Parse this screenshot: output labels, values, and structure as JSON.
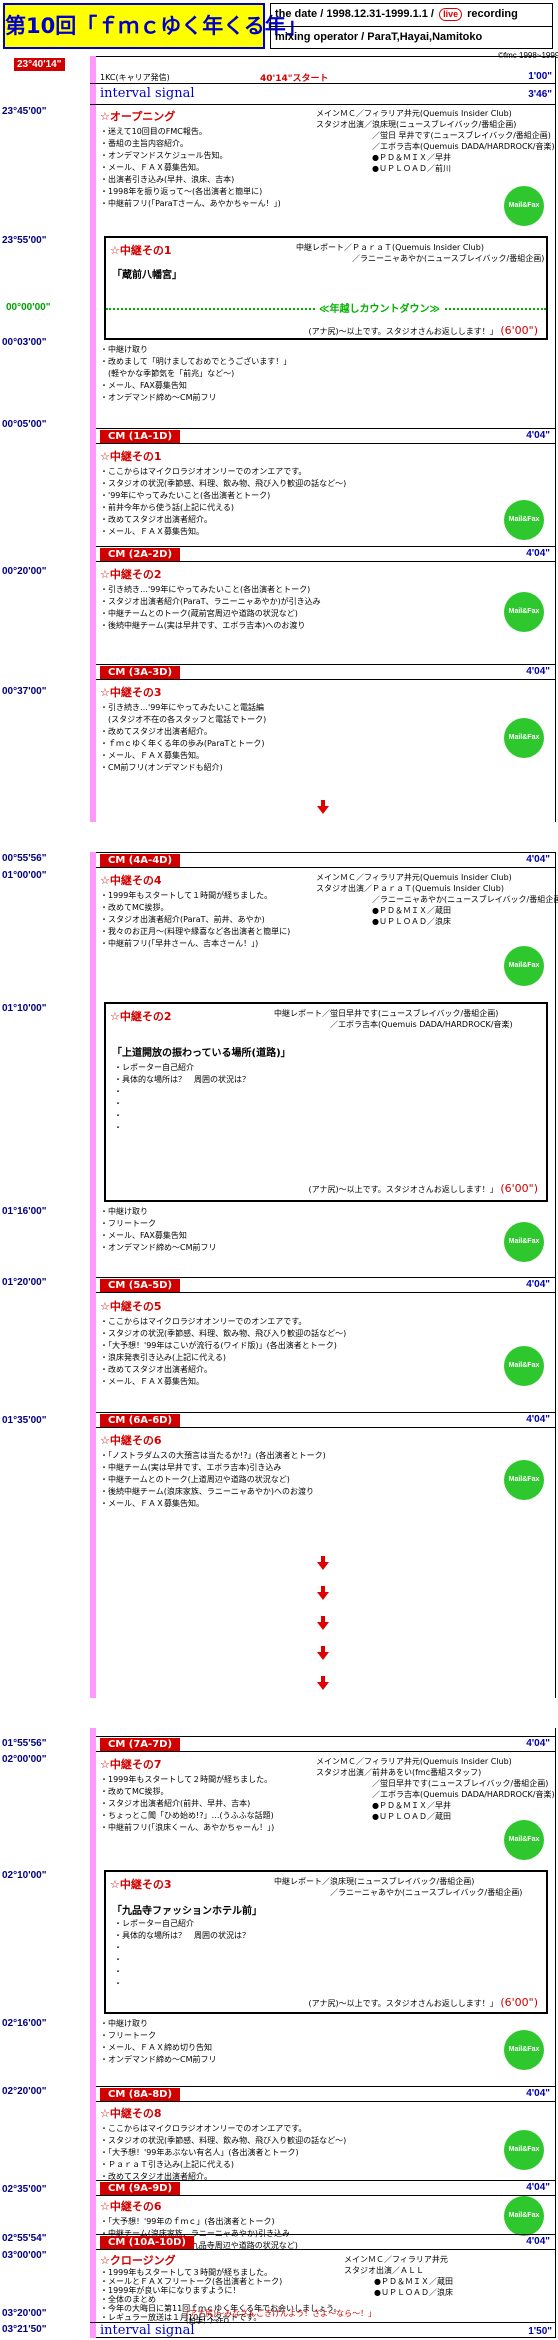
{
  "header": {
    "title": "第10回「ｆｍｃゆく年くる年」",
    "date_label": "the date / 1998.12.31-1999.1.1 /",
    "live_label": "live",
    "recording_label": "recording",
    "operator_label": "mixing operator / ParaT,Hayai,Namitoko",
    "copyright": "©fmc 1998~1999"
  },
  "top_strip": {
    "time": "23°40'14\"",
    "kc_label": "1KC(キャリア発信)",
    "start_label": "40'14\"スタート",
    "dur": "1'00\"",
    "signal": "interval signal",
    "signal_dur": "3'46\""
  },
  "times": [
    "23°45'00\"",
    "23°55'00\"",
    "00°00'00\"",
    "00°03'00\"",
    "00°05'00\"",
    "00°20'00\"",
    "00°37'00\"",
    "00°55'56\"",
    "01°00'00\"",
    "01°10'00\"",
    "01°16'00\"",
    "01°20'00\"",
    "01°35'00\"",
    "01°55'56\"",
    "02°00'00\"",
    "02°10'00\"",
    "02°16'00\"",
    "02°20'00\"",
    "02°35'00\"",
    "02°55'54\"",
    "03°00'00\"",
    "03°20'00\"",
    "03°21'50\""
  ],
  "cm": [
    {
      "label": "CM (1A-1D)",
      "dur": "4'04\""
    },
    {
      "label": "CM (2A-2D)",
      "dur": "4'04\""
    },
    {
      "label": "CM (3A-3D)",
      "dur": "4'04\""
    },
    {
      "label": "CM (4A-4D)",
      "dur": "4'04\""
    },
    {
      "label": "CM (5A-5D)",
      "dur": "4'04\""
    },
    {
      "label": "CM (6A-6D)",
      "dur": "4'04\""
    },
    {
      "label": "CM (7A-7D)",
      "dur": "4'04\""
    },
    {
      "label": "CM (8A-8D)",
      "dur": "4'04\""
    },
    {
      "label": "CM (9A-9D)",
      "dur": "4'04\""
    },
    {
      "label": "CM (10A-10D)",
      "dur": "4'04\""
    }
  ],
  "opening": {
    "title": "☆オープニング",
    "items": [
      "・迷えて10回目のFMC報告。",
      "・番組の主旨内容紹介。",
      "・オンデマンドスケジュール告知。",
      "・メール、ＦＡＸ募集告知。",
      "・出演者引き込み(早井、浪床、吉本)",
      "・1998年を振り返って～(各出演者と簡単に)",
      "・中継前フリ(「ParaTさーん、あやかちゃーん！」)"
    ],
    "cast": [
      "メインＭＣ／フィラリア井元(Quemuis Insider Club)",
      "スタジオ出演／浪床現(ニュースブレイバック/番組企画)",
      "　　　　　　　／蛍日 早井です(ニュースブレイバック/番組企画)",
      "　　　　　　　／エボラ吉本(Quemuis DADA/HARDROCK/音楽)",
      "●ＰＤ＆ＭＩＸ／早井",
      "●ＵＰＬＯＡＤ／前川"
    ]
  },
  "relay1": {
    "title": "☆中継その1",
    "label": "中継レポート／ＰａｒａＴ(Quemuis Insider Club)",
    "label2": "　　　　　　　／ラニーニャあやか(ニュースブレイバック/番組企画)",
    "place": "「蔵前八幡宮」",
    "countdown": "≪年越しカウントダウン≫",
    "ret": "(アナ尻)～以上です。スタジオさんお返しします！」",
    "ret_time": "(6'00\")"
  },
  "after1": {
    "items": [
      "・中継け取り",
      "・改めまして「明けましておめでとうございます！」",
      "　(軽やかな季節気を「前兆」など～)",
      "・メール、FAX募集告知",
      "・オンデマンド締め～CM前フリ"
    ]
  },
  "relay2": {
    "title": "☆中継その1",
    "items": [
      "・ここからはマイクロラジオオンリーでのオンエアです。",
      "・スタジオの状況(季節感、料理、飲み物、飛び入り歓迎の話など～)",
      "・'99年にやってみたいこと(各出演者とトーク)",
      "・前井今年から使う話(上記に代える)",
      "・改めてスタジオ出演者紹介。",
      "・メール、ＦＡＸ募集告知。"
    ]
  },
  "relay3": {
    "title": "☆中継その2",
    "items": [
      "・引き続き…'99年にやってみたいこと(各出演者とトーク)",
      "・スタジオ出演者紹介(ParaT、ラニーニャあやか)が引き込み",
      "・中継チームとのトーク(蔵前宮周辺や道路の状況など)",
      "・後続中継チーム(実は早井です、エボラ吉本)へのお渡り"
    ]
  },
  "relay4": {
    "title": "☆中継その3",
    "items": [
      "・引き続き…'99年にやってみたいこと電話編",
      "　(スタジオ不在の各スタッフと電話でトーク)",
      "・改めてスタジオ出演者紹介。",
      "・ｆｍｃゆく年くる年の歩み(ParaTとトーク)",
      "・メール、ＦＡＸ募集告知。",
      "・CM前フリ(オンデマンドも紹介)"
    ]
  },
  "relay5": {
    "title": "☆中継その4",
    "items": [
      "・1999年もスタートして１時間が経ちました。",
      "・改めてMC挨拶。",
      "・スタジオ出演者紹介(ParaT、前井、あやか)",
      "・我々のお正月～(料理や縁喜など各出演者と簡単に)",
      "・中継前フリ(「早井さーん、吉本さーん！」)"
    ],
    "cast": [
      "メインＭＣ／フィラリア井元(Quemuis Insider Club)",
      "スタジオ出演／ＰａｒａＴ(Quemuis Insider Club)",
      "　　　　　　　／ラニーニャあやか(ニュースブレイバック/番組企画)",
      "●ＰＤ＆ＭＩＸ／蔵田",
      "●ＵＰＬＯＡＤ／浪床"
    ]
  },
  "relay6": {
    "title": "☆中継その2",
    "label": "中継レポート／蛍日早井です(ニュースブレイバック/番組企画)",
    "label2": "　　　　　　　／エボラ吉本(Quemuis DADA/HARDROCK/音楽)",
    "place": "「上道開放の振わっている場所(道路)」",
    "items": [
      "・レポーター自己紹介",
      "・具体的な場所は？　周囲の状況は？",
      "・",
      "・",
      "・",
      "・"
    ],
    "ret": "(アナ尻)～以上です。スタジオさんお返しします！」",
    "ret_time": "(6'00\")"
  },
  "after2": {
    "items": [
      "・中継け取り",
      "・フリートーク",
      "・メール、FAX募集告知",
      "・オンデマンド締め～CM前フリ"
    ]
  },
  "relay7": {
    "title": "☆中継その5",
    "items": [
      "・ここからはマイクロラジオオンリーでのオンエアです。",
      "・スタジオの状況(季節感、料理、飲み物、飛び入り歓迎の話など～)",
      "・「大予想！'99年はこいが流行る(ワイド版)」(各出演者とトーク)",
      "・浪床発表引き込み(上記に代える)",
      "・改めてスタジオ出演者紹介。",
      "・メール、ＦＡＸ募集告知。"
    ]
  },
  "relay8": {
    "title": "☆中継その6",
    "items": [
      "・「ノストラダムスの大預言は当たるか!?」(各出演者とトーク)",
      "・中継チーム(実は早井です、エボラ吉本)引き込み",
      "・中継チームとのトーク(上道周辺や道路の状況など)",
      "・後続中継チーム(浪床家族、ラニーニャあやか)へのお渡り",
      "・メール、ＦＡＸ募集告知。"
    ]
  },
  "relay9": {
    "title": "☆中継その7",
    "items": [
      "・1999年もスタートして２時間が経ちました。",
      "・改めてMC挨拶。",
      "・スタジオ出演者紹介(前井、早井、吉本)",
      "・ちょっとこ聞「ひめ始め!?」…(うふふな話題)",
      "・中継前フリ(「浪床くーん、あやかちゃーん！」)"
    ],
    "cast": [
      "メインＭＣ／フィラリア井元(Quemuis Insider Club)",
      "スタジオ出演／前井あをい(fmc番組スタッフ)",
      "　　　　　　　／蛍日早井です(ニュースブレイバック/番組企画)",
      "　　　　　　　／エボラ吉本(Quemuis DADA/HARDROCK/音楽)",
      "●ＰＤ＆ＭＩＸ／早井",
      "●ＵＰＬＯＡＤ／蔵田"
    ]
  },
  "relay10": {
    "title": "☆中継その3",
    "label": "中継レポート／浪床現(ニュースブレイバック/番組企画)",
    "label2": "　　　　　　　／ラニーニャあやか(ニュースブレイバック/番組企画)",
    "place": "「九品寺ファッションホテル前」",
    "items": [
      "・レポーター自己紹介",
      "・具体的な場所は？　周囲の状況は？",
      "・",
      "・",
      "・",
      "・"
    ],
    "ret": "(アナ尻)～以上です。スタジオさんお返しします！」",
    "ret_time": "(6'00\")"
  },
  "after3": {
    "items": [
      "・中継け取り",
      "・フリートーク",
      "・メール、ＦＡＸ締め切り告知",
      "・オンデマンド締め～CM前フリ"
    ]
  },
  "relay11": {
    "title": "☆中継その8",
    "items": [
      "・ここからはマイクロラジオオンリーでのオンエアです。",
      "・スタジオの状況(季節感、料理、飲み物、飛び入り歓迎の話など～)",
      "・「大予想！'99年あぶない有名人」(各出演者とトーク)",
      "・ＰａｒａＴ引き込み(上記に代える)",
      "・改めてスタジオ出演者紹介。"
    ]
  },
  "relay12": {
    "title": "☆中継その6",
    "items": [
      "・「大予想！'99年のｆｍｃ」(各出演者とトーク)",
      "・中継チーム(浪床家族、ラニーニャあやか)引き込み",
      "・中継チームとのトーク(九品寺周辺や道路の状況など)"
    ]
  },
  "closing": {
    "title": "☆クロージング",
    "items": [
      "・1999年もスタートして３時間が経ちました。",
      "・メールとＦＡＸフリートーク(各出演者とトーク)",
      "・1999年が良い年になりますように！",
      "・全体のまとめ",
      "・今年の大晦日に第11回ｆｍｃゆく年くる年でお会いしましょう。",
      "・レギュラー放送は１月10日スタートです。"
    ],
    "outro": "(アナ尻)～みなさんごきげんよう！さよ～なら～！」",
    "outro2": "(拍手！)～FO",
    "cast": [
      "メインＭＣ／フィラリア井元",
      "スタジオ出演／ＡＬＬ",
      "●ＰＤ＆ＭＩＸ／蔵田",
      "●ＵＰＬＯＡＤ／浪床"
    ]
  },
  "end_strip": {
    "signal": "interval signal",
    "dur": "1'50\""
  },
  "mailfax": "Mail&Fax"
}
